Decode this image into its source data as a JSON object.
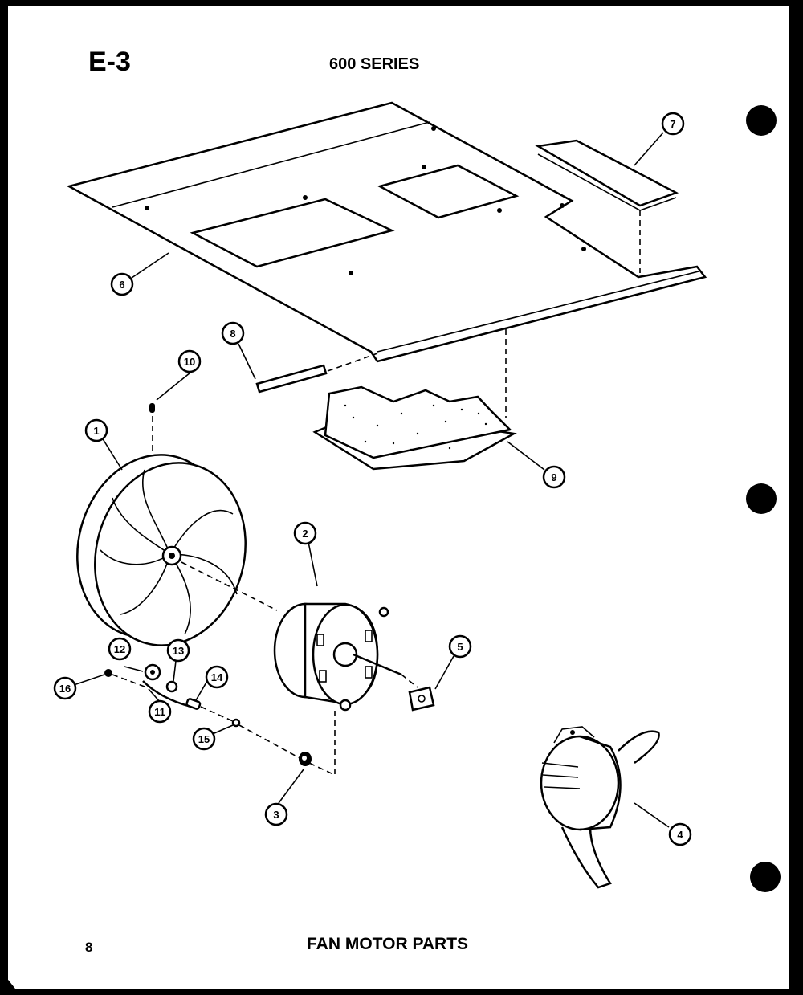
{
  "header": {
    "page_code": "E-3",
    "series_title": "600 SERIES"
  },
  "footer": {
    "page_number": "8",
    "section_title": "FAN MOTOR PARTS"
  },
  "callouts": {
    "c1": "1",
    "c2": "2",
    "c3": "3",
    "c4": "4",
    "c5": "5",
    "c6": "6",
    "c7": "7",
    "c8": "8",
    "c9": "9",
    "c10": "10",
    "c11": "11",
    "c12": "12",
    "c13": "13",
    "c14": "14",
    "c15": "15",
    "c16": "16"
  }
}
